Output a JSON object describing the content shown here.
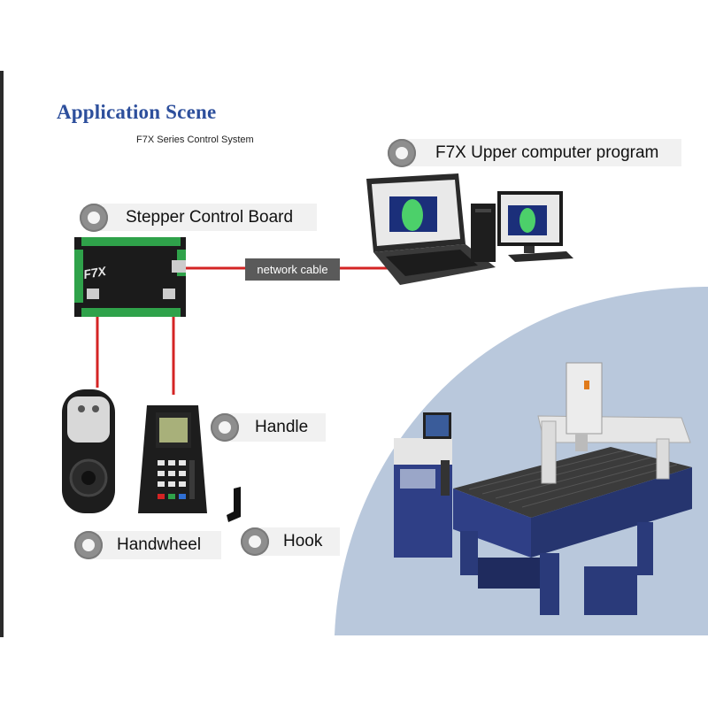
{
  "title": "Application Scene",
  "subtitle": "F7X Series Control System",
  "labels": {
    "upper_program": "F7X Upper computer program",
    "control_board": "Stepper Control Board",
    "network_cable": "network cable",
    "handle": "Handle",
    "handwheel": "Handwheel",
    "hook": "Hook"
  },
  "board_text": "F7X",
  "colors": {
    "title": "#2d4f9c",
    "cable": "#d42424",
    "label_bg": "#f1f1f1",
    "badge": "#8e8e8e",
    "board": "#1b1b1b",
    "terminal": "#2fa24a",
    "machine_blue": "#2f3f86",
    "backdrop": "#b9c8dc"
  },
  "icons": [
    "radio-badge-icon",
    "laptop-icon",
    "desktop-computer-icon",
    "cnc-machine-icon",
    "handwheel-pendant-icon",
    "handle-controller-icon",
    "hook-icon",
    "control-board-icon"
  ]
}
